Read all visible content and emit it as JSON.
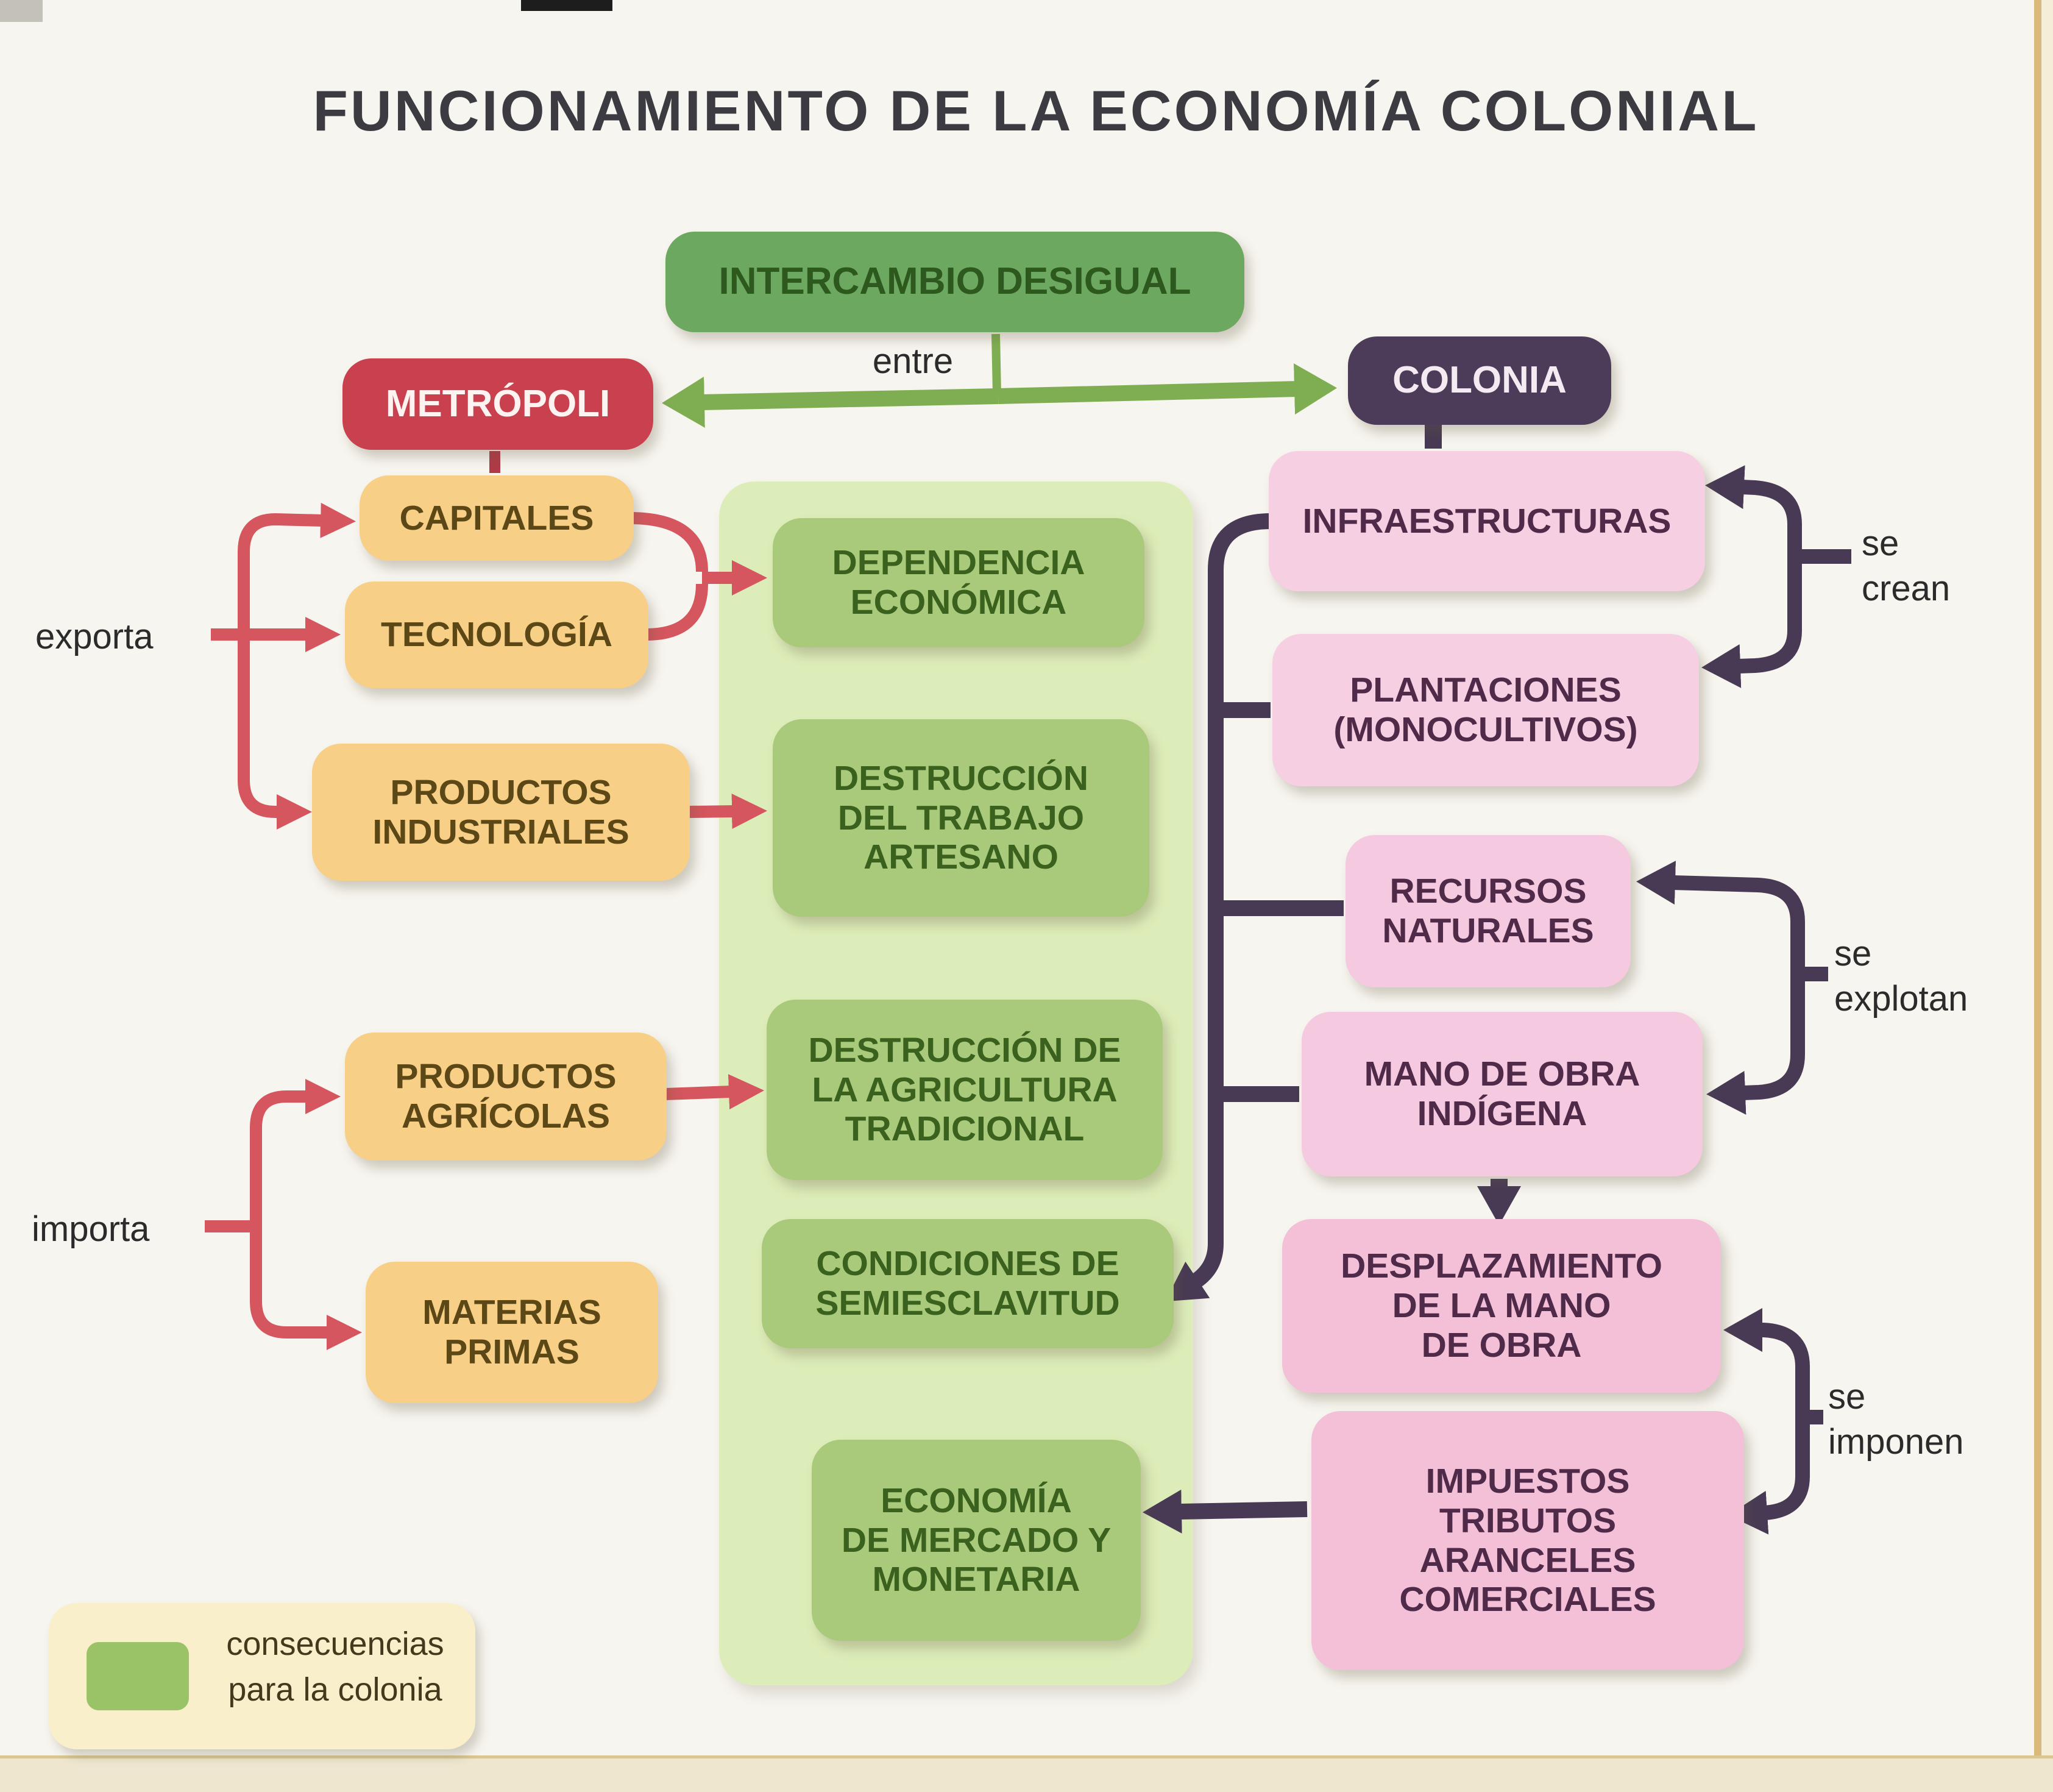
{
  "title": "FUNCIONAMIENTO DE LA ECONOMÍA COLONIAL",
  "nodes": {
    "intercambio": "INTERCAMBIO DESIGUAL",
    "metropoli": "METRÓPOLI",
    "colonia": "COLONIA",
    "capitales": "CAPITALES",
    "tecnologia": "TECNOLOGÍA",
    "productos_industriales": "PRODUCTOS\nINDUSTRIALES",
    "productos_agricolas": "PRODUCTOS\nAGRÍCOLAS",
    "materias_primas": "MATERIAS\nPRIMAS",
    "dependencia_economica": "DEPENDENCIA\nECONÓMICA",
    "destruccion_trabajo": "DESTRUCCIÓN\nDEL TRABAJO\nARTESANO",
    "destruccion_agricultura": "DESTRUCCIÓN DE\nLA AGRICULTURA\nTRADICIONAL",
    "condiciones_semiesclavitud": "CONDICIONES DE\nSEMIESCLAVITUD",
    "economia_mercado": "ECONOMÍA\nDE MERCADO Y\nMONETARIA",
    "infraestructuras": "INFRAESTRUCTURAS",
    "plantaciones": "PLANTACIONES\n(MONOCULTIVOS)",
    "recursos_naturales": "RECURSOS\nNATURALES",
    "mano_de_obra": "MANO DE OBRA\nINDÍGENA",
    "desplazamiento": "DESPLAZAMIENTO\nDE LA MANO\nDE OBRA",
    "impuestos": "IMPUESTOS\nTRIBUTOS\nARANCELES\nCOMERCIALES"
  },
  "labels": {
    "entre": "entre",
    "exporta": "exporta",
    "importa": "importa",
    "se_crean": "se\ncrean",
    "se_explotan": "se\nexplotan",
    "se_imponen": "se\nimponen"
  },
  "legend": {
    "label": "consecuencias\npara la colonia"
  },
  "colors": {
    "title_text": "#3b3b41",
    "intercambio_bg": "#6ca85f",
    "metropoli_bg": "#c9404f",
    "colonia_bg": "#4c3c59",
    "export_import_item_bg": "#f8cf86",
    "consequence_item_bg": "#a9ca7a",
    "consequence_panel_bg": "#ddedb9",
    "colonia_item_bg": "#f6cfe3",
    "red_arrow": "#d5565e",
    "purple_arrow": "#483a54",
    "green_arrow": "#7fae52",
    "legend_bg": "#f9efcb",
    "legend_swatch": "#9ac266"
  }
}
